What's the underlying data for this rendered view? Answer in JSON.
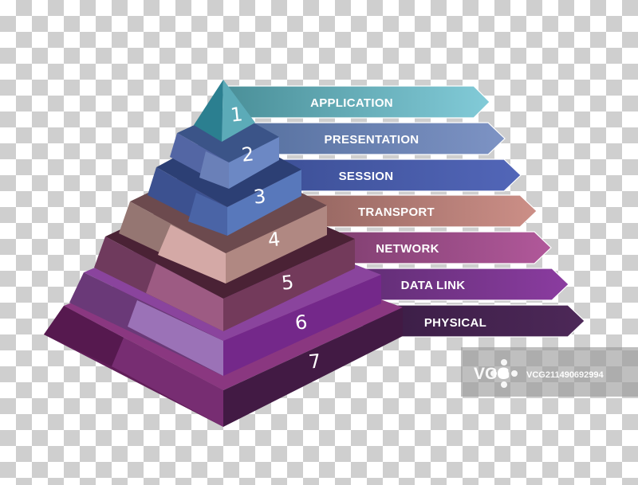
{
  "layers": [
    {
      "number": "1",
      "label": "APPLICATION",
      "color": "#6FC0CC"
    },
    {
      "number": "2",
      "label": "PRESENTATION",
      "color": "#6E8BC2"
    },
    {
      "number": "3",
      "label": "SESSION",
      "color": "#4D5FAE"
    },
    {
      "number": "4",
      "label": "TRANSPORT",
      "color": "#C0867E"
    },
    {
      "number": "5",
      "label": "NETWORK",
      "color": "#A24F86"
    },
    {
      "number": "6",
      "label": "DATA LINK",
      "color": "#7A3590"
    },
    {
      "number": "7",
      "label": "PHYSICAL",
      "color": "#45244E"
    }
  ],
  "watermark": {
    "brand": "VCG",
    "id": "VCG211490692994"
  }
}
